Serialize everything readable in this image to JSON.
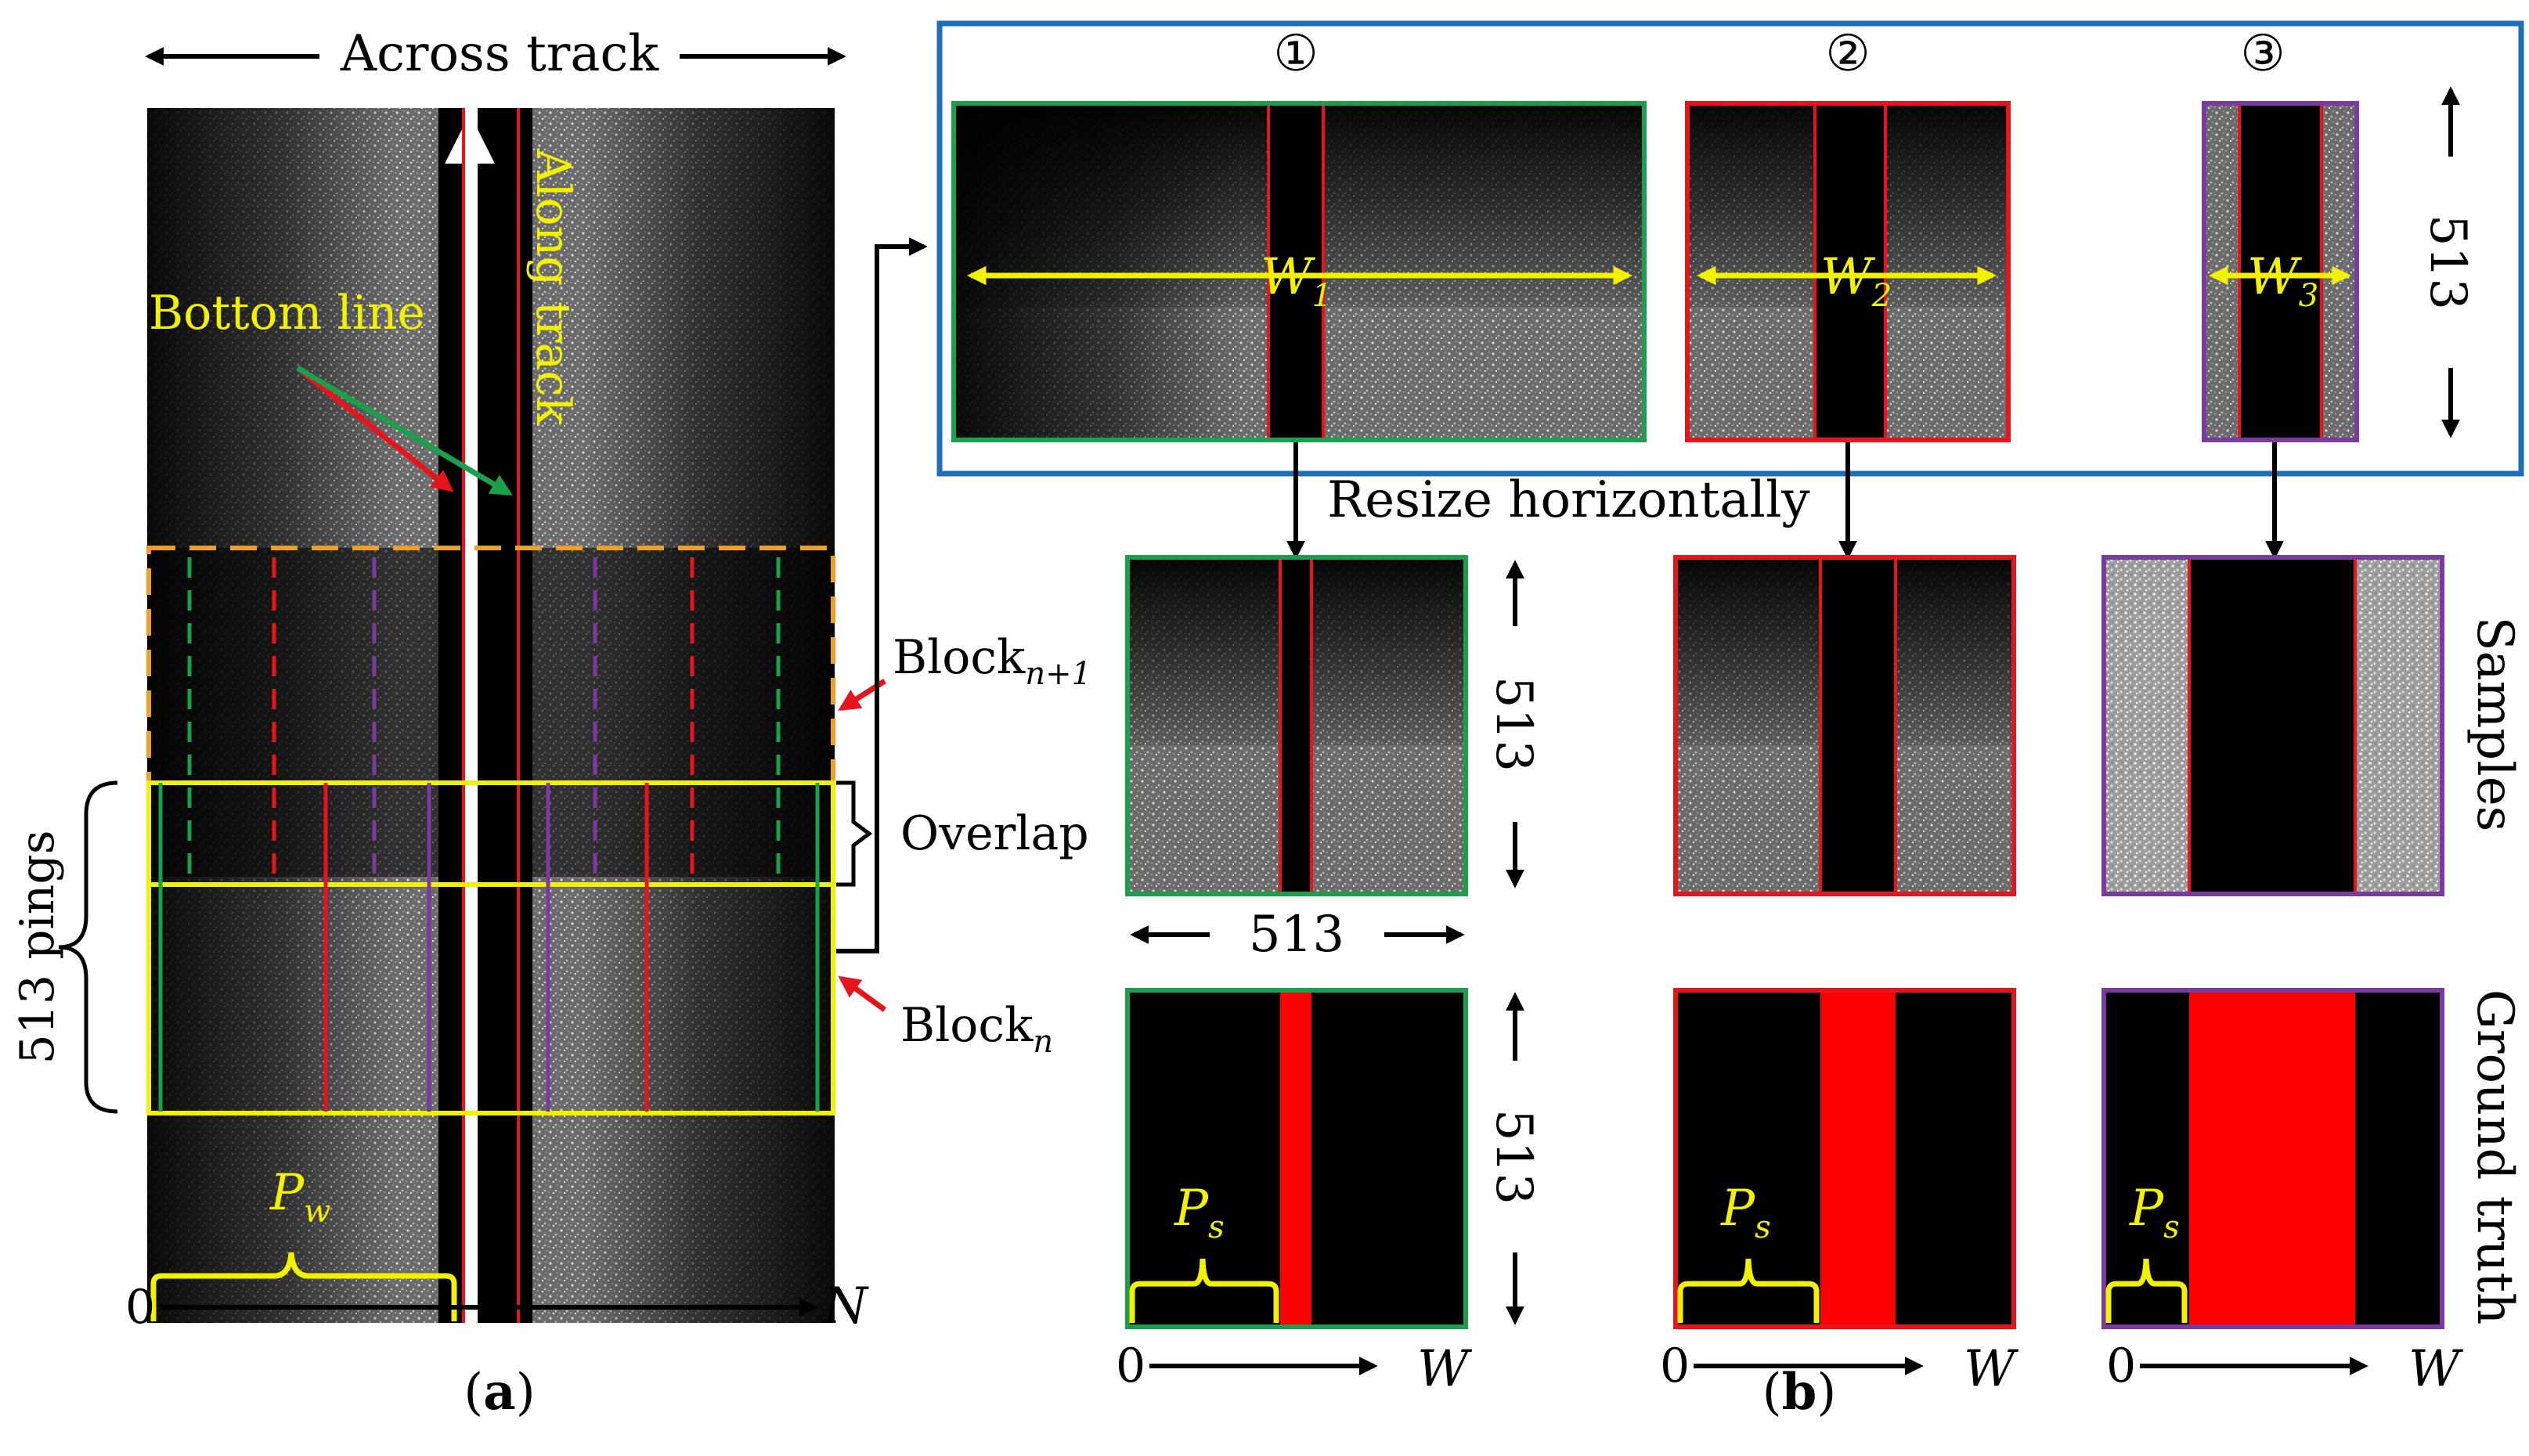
{
  "panel_a": {
    "across_track": "Across track",
    "along_track": "Along track",
    "bottom_line": "Bottom line",
    "block_n1_base": "Block",
    "block_n1_sub": "n+1",
    "block_n_base": "Block",
    "block_n_sub": "n",
    "overlap": "Overlap",
    "pings": "513 pings",
    "pw_base": "P",
    "pw_sub": "w",
    "axis_zero": "0",
    "axis_end": "N",
    "caption_open": "(",
    "caption_letter": "a",
    "caption_close": ")"
  },
  "panel_b": {
    "col1": "①",
    "col2": "②",
    "col3": "③",
    "w1_base": "W",
    "w1_sub": "1",
    "w2_base": "W",
    "w2_sub": "2",
    "w3_base": "W",
    "w3_sub": "3",
    "top_dim": "513",
    "resize": "Resize horizontally",
    "samples": "Samples",
    "ground_truth": "Ground truth",
    "dim_513_a": "513",
    "dim_513_b": "513",
    "dim_513_c": "513",
    "ps_base": "P",
    "ps_sub": "s",
    "axis_zero": "0",
    "axis_end": "W",
    "caption_open": "(",
    "caption_letter": "b",
    "caption_close": ")"
  },
  "colors": {
    "green": "#1aa04a",
    "red": "#e8141c",
    "purple": "#7a3aa0",
    "orange": "#f0a020",
    "yellow": "#f2f200",
    "blue": "#1f6fb8"
  }
}
